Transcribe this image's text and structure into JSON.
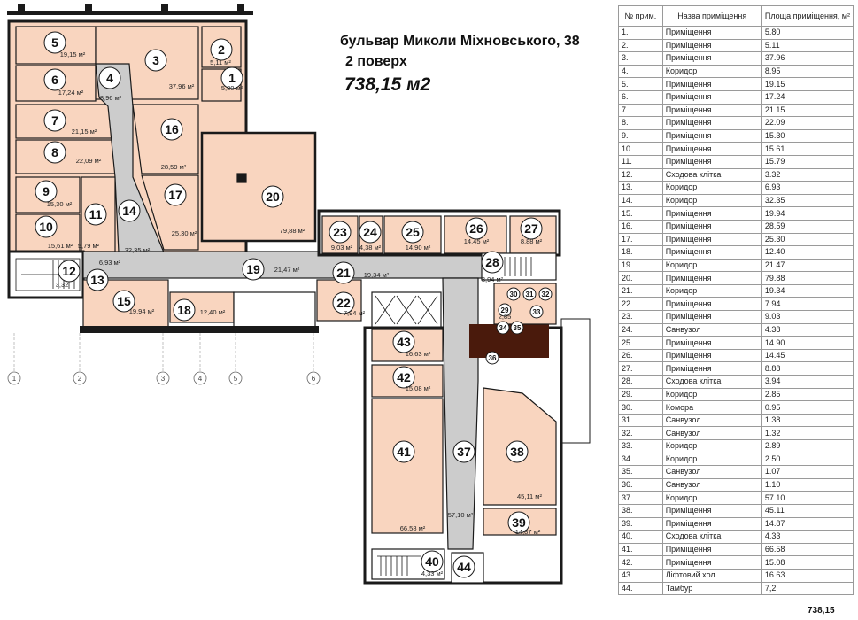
{
  "header": {
    "address": "бульвар Миколи Міхновського, 38",
    "floor": "2 поверх",
    "total_area": "738,15 м2"
  },
  "colors": {
    "room_fill": "#f9d5bf",
    "corridor_fill": "#cccccc",
    "wall": "#1a1a1a",
    "stair_fill": "#ffffff",
    "dark_block": "#4a1a0c"
  },
  "axes": [
    "1",
    "2",
    "3",
    "4",
    "5",
    "6"
  ],
  "plan_labels": [
    {
      "n": "1",
      "area": "5,80 м²"
    },
    {
      "n": "2",
      "area": "5,11 м²"
    },
    {
      "n": "3",
      "area": "37,96 м²"
    },
    {
      "n": "4",
      "area": "8,96 м²"
    },
    {
      "n": "5",
      "area": "19,15 м²"
    },
    {
      "n": "6",
      "area": "17,24 м²"
    },
    {
      "n": "7",
      "area": "21,15 м²"
    },
    {
      "n": "8",
      "area": "22,09 м²"
    },
    {
      "n": "9",
      "area": "15,30 м²"
    },
    {
      "n": "10",
      "area": "15,61 м²"
    },
    {
      "n": "11",
      "area": "5,79 м²"
    },
    {
      "n": "12",
      "area": "3,32"
    },
    {
      "n": "13",
      "area": "6,93 м²"
    },
    {
      "n": "14",
      "area": "32,35 м²"
    },
    {
      "n": "15",
      "area": "19,94 м²"
    },
    {
      "n": "16",
      "area": "28,59 м²"
    },
    {
      "n": "17",
      "area": "25,30 м²"
    },
    {
      "n": "18",
      "area": "12,40 м²"
    },
    {
      "n": "19",
      "area": "21,47 м²"
    },
    {
      "n": "20",
      "area": "79,88 м²"
    },
    {
      "n": "21",
      "area": "19,34 м²"
    },
    {
      "n": "22",
      "area": "7,94 м²"
    },
    {
      "n": "23",
      "area": "9,03 м²"
    },
    {
      "n": "24",
      "area": "4,38 м²"
    },
    {
      "n": "25",
      "area": "14,90 м²"
    },
    {
      "n": "26",
      "area": "14,45 м²"
    },
    {
      "n": "27",
      "area": "8,88 м²"
    },
    {
      "n": "28",
      "area": "3,94 м²"
    },
    {
      "n": "29",
      "area": "2,85"
    },
    {
      "n": "30",
      "area": ""
    },
    {
      "n": "31",
      "area": ""
    },
    {
      "n": "32",
      "area": ""
    },
    {
      "n": "33",
      "area": ""
    },
    {
      "n": "34",
      "area": ""
    },
    {
      "n": "35",
      "area": ""
    },
    {
      "n": "36",
      "area": ""
    },
    {
      "n": "37",
      "area": "57,10 м²"
    },
    {
      "n": "38",
      "area": "45,11 м²"
    },
    {
      "n": "39",
      "area": "14,87 м²"
    },
    {
      "n": "40",
      "area": "4,33 м²"
    },
    {
      "n": "41",
      "area": "66,58 м²"
    },
    {
      "n": "42",
      "area": "15,08 м²"
    },
    {
      "n": "43",
      "area": "16,63 м²"
    },
    {
      "n": "44",
      "area": ""
    }
  ],
  "table": {
    "headers": [
      "№ прим.",
      "Назва приміщення",
      "Площа приміщення, м²"
    ],
    "rows": [
      [
        "1.",
        "Приміщення",
        "5.80"
      ],
      [
        "2.",
        "Приміщення",
        "5.11"
      ],
      [
        "3.",
        "Приміщення",
        "37.96"
      ],
      [
        "4.",
        "Коридор",
        "8.95"
      ],
      [
        "5.",
        "Приміщення",
        "19.15"
      ],
      [
        "6.",
        "Приміщення",
        "17.24"
      ],
      [
        "7.",
        "Приміщення",
        "21.15"
      ],
      [
        "8.",
        "Приміщення",
        "22.09"
      ],
      [
        "9.",
        "Приміщення",
        "15.30"
      ],
      [
        "10.",
        "Приміщення",
        "15.61"
      ],
      [
        "11.",
        "Приміщення",
        "15.79"
      ],
      [
        "12.",
        "Сходова клітка",
        "3.32"
      ],
      [
        "13.",
        "Коридор",
        "6.93"
      ],
      [
        "14.",
        "Коридор",
        "32.35"
      ],
      [
        "15.",
        "Приміщення",
        "19.94"
      ],
      [
        "16.",
        "Приміщення",
        "28.59"
      ],
      [
        "17.",
        "Приміщення",
        "25.30"
      ],
      [
        "18.",
        "Приміщення",
        "12.40"
      ],
      [
        "19.",
        "Коридор",
        "21.47"
      ],
      [
        "20.",
        "Приміщення",
        "79.88"
      ],
      [
        "21.",
        "Коридор",
        "19.34"
      ],
      [
        "22.",
        "Приміщення",
        "7.94"
      ],
      [
        "23.",
        "Приміщення",
        "9.03"
      ],
      [
        "24.",
        "Санвузол",
        "4.38"
      ],
      [
        "25.",
        "Приміщення",
        "14.90"
      ],
      [
        "26.",
        "Приміщення",
        "14.45"
      ],
      [
        "27.",
        "Приміщення",
        "8.88"
      ],
      [
        "28.",
        "Сходова клітка",
        "3.94"
      ],
      [
        "29.",
        "Коридор",
        "2.85"
      ],
      [
        "30.",
        "Комора",
        "0.95"
      ],
      [
        "31.",
        "Санвузол",
        "1.38"
      ],
      [
        "32.",
        "Санвузол",
        "1.32"
      ],
      [
        "33.",
        "Коридор",
        "2.89"
      ],
      [
        "34.",
        "Коридор",
        "2.50"
      ],
      [
        "35.",
        "Санвузол",
        "1.07"
      ],
      [
        "36.",
        "Санвузол",
        "1.10"
      ],
      [
        "37.",
        "Коридор",
        "57.10"
      ],
      [
        "38.",
        "Приміщення",
        "45.11"
      ],
      [
        "39.",
        "Приміщення",
        "14.87"
      ],
      [
        "40.",
        "Сходова клітка",
        "4.33"
      ],
      [
        "41.",
        "Приміщення",
        "66.58"
      ],
      [
        "42.",
        "Приміщення",
        "15.08"
      ],
      [
        "43.",
        "Ліфтовий хол",
        "16.63"
      ],
      [
        "44.",
        "Тамбур",
        "7,2"
      ]
    ],
    "total": "738,15"
  }
}
